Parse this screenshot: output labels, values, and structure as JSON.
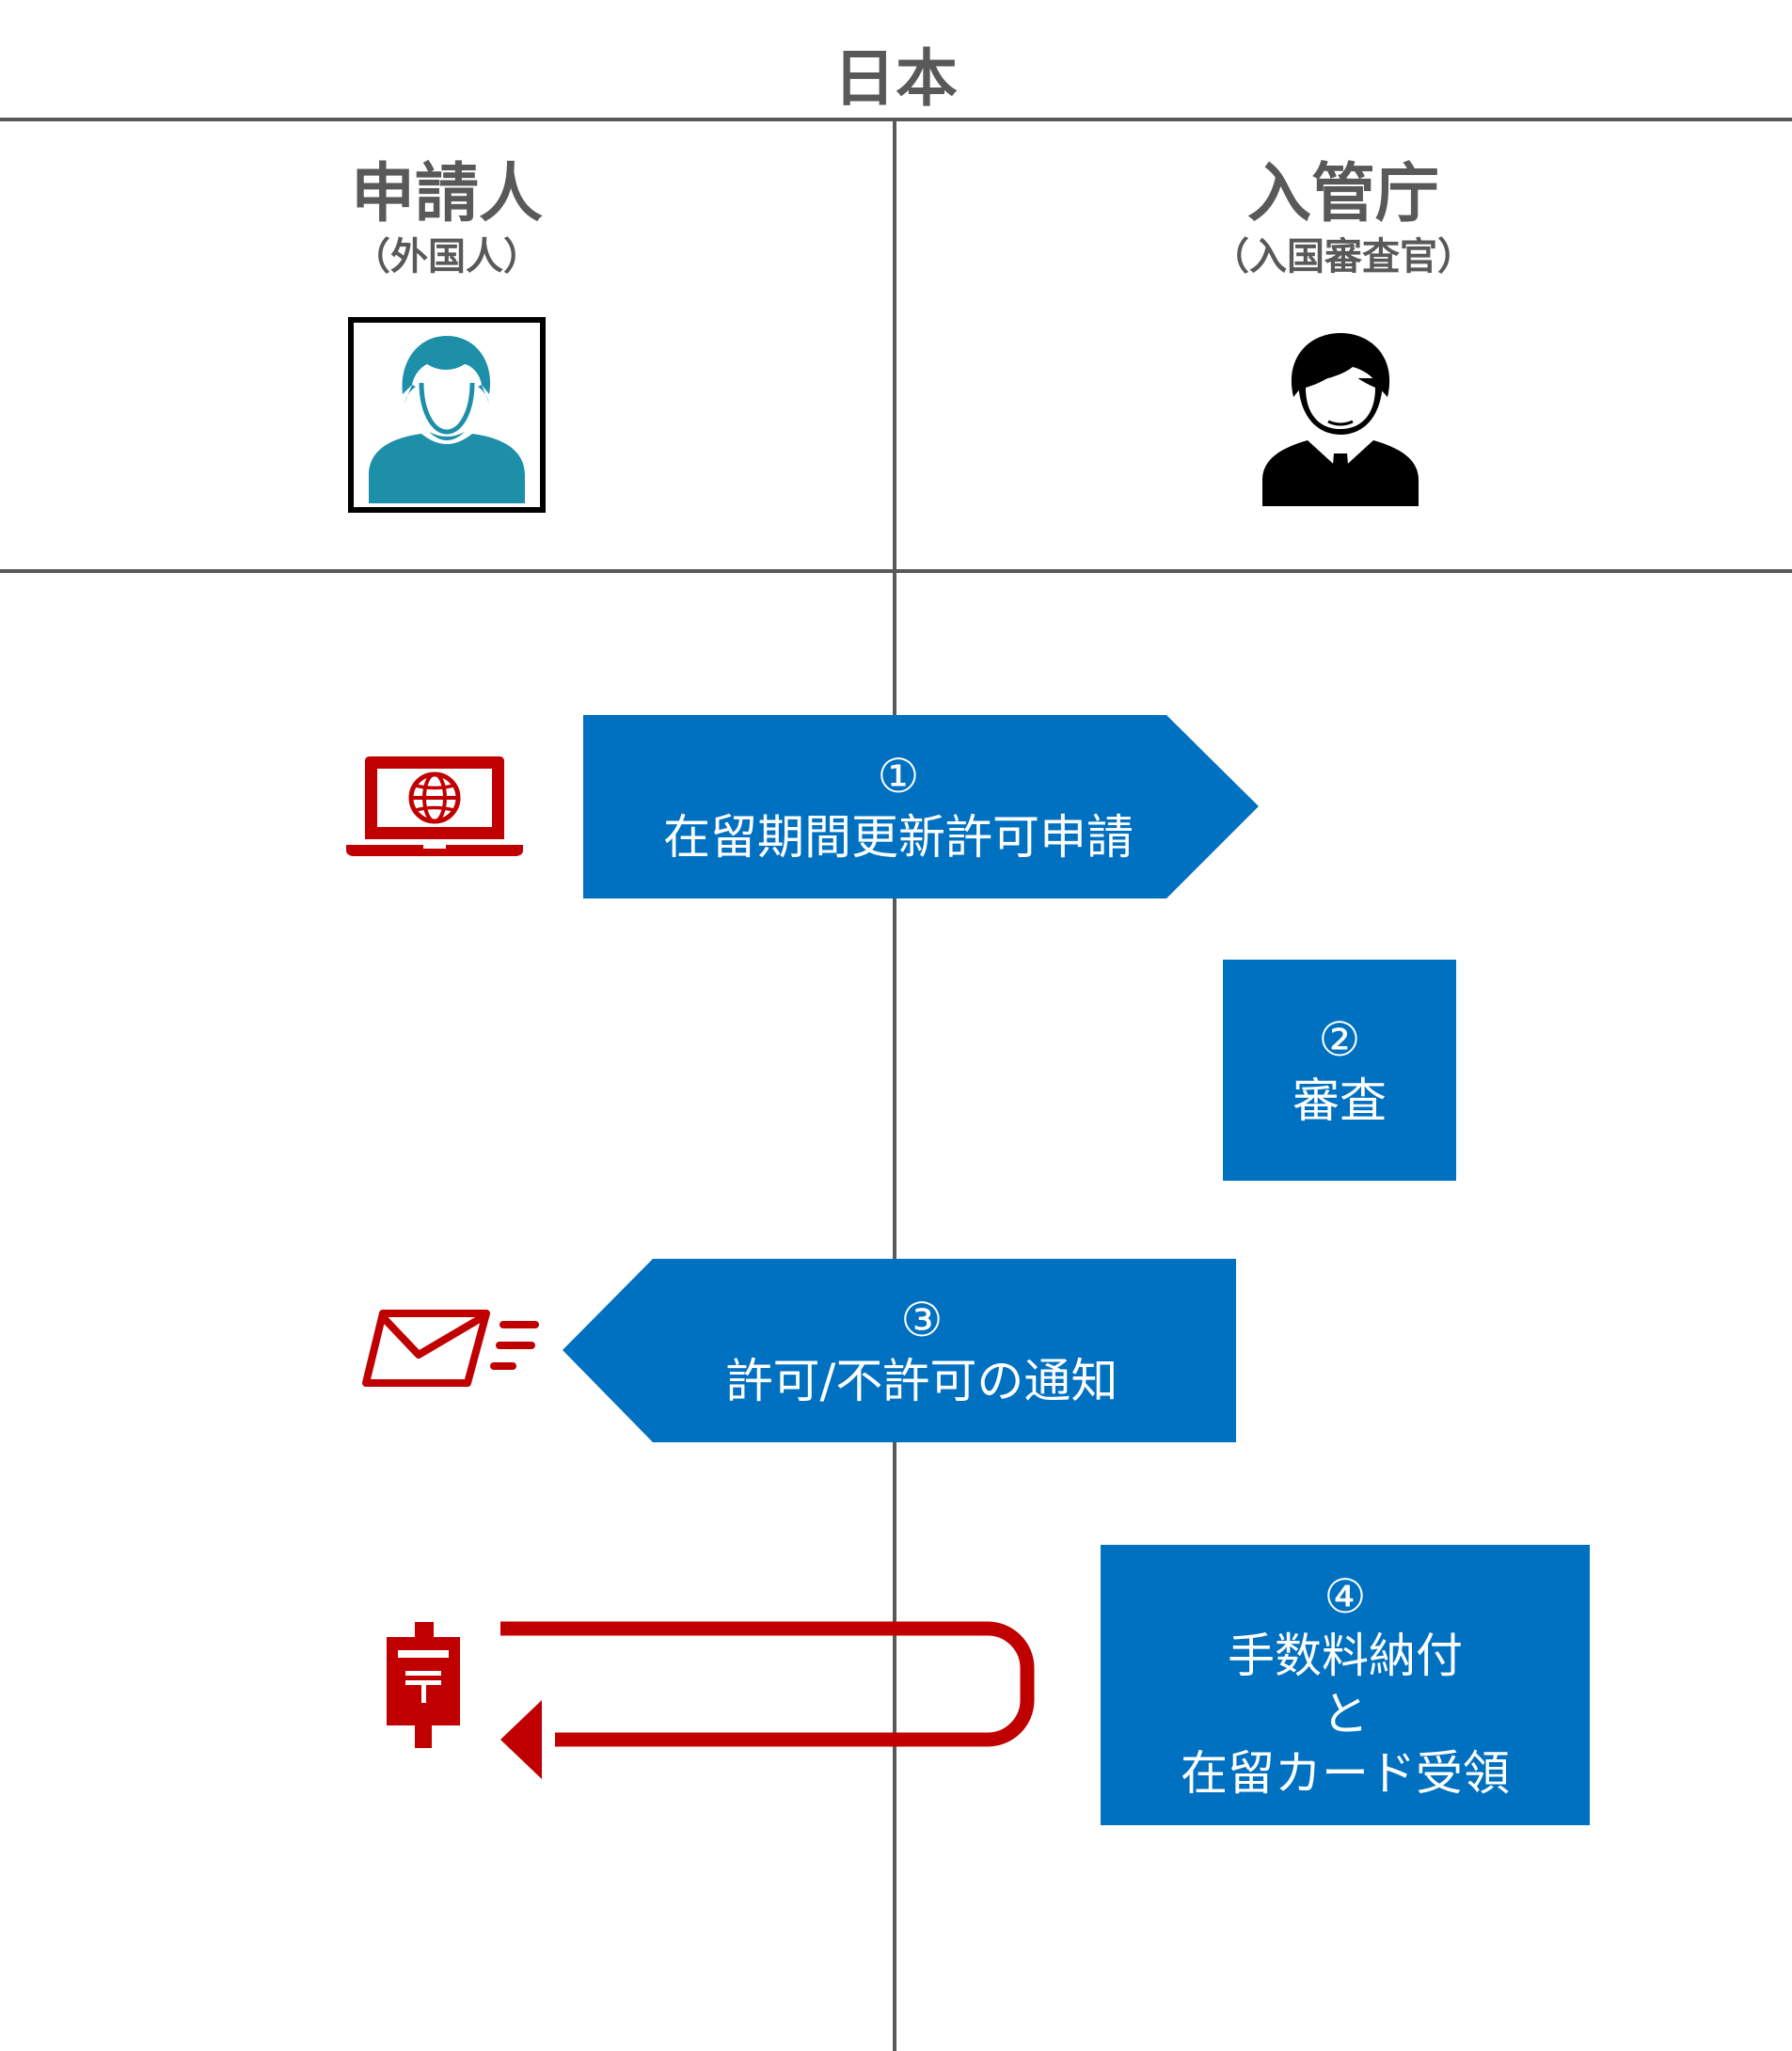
{
  "title": "日本",
  "actors": {
    "applicant": {
      "name": "申請人",
      "sub": "（外国人）"
    },
    "immigration": {
      "name": "入管庁",
      "sub": "（入国審査官）"
    }
  },
  "steps": [
    {
      "number": "①",
      "lines": [
        "在留期間更新許可申請"
      ]
    },
    {
      "number": "②",
      "lines": [
        "審査"
      ]
    },
    {
      "number": "③",
      "lines": [
        "許可/不許可の通知"
      ]
    },
    {
      "number": "④",
      "lines": [
        "手数料納付",
        "と",
        "在留カード受領"
      ]
    }
  ],
  "colors": {
    "box": "#0070C0",
    "icon_red": "#C00000",
    "line": "#595959",
    "label": "#595959",
    "avatar": "#1E8FA8"
  },
  "icons": [
    "applicant-avatar-icon",
    "officer-icon",
    "laptop-globe-icon",
    "mail-send-icon",
    "postbox-icon"
  ]
}
